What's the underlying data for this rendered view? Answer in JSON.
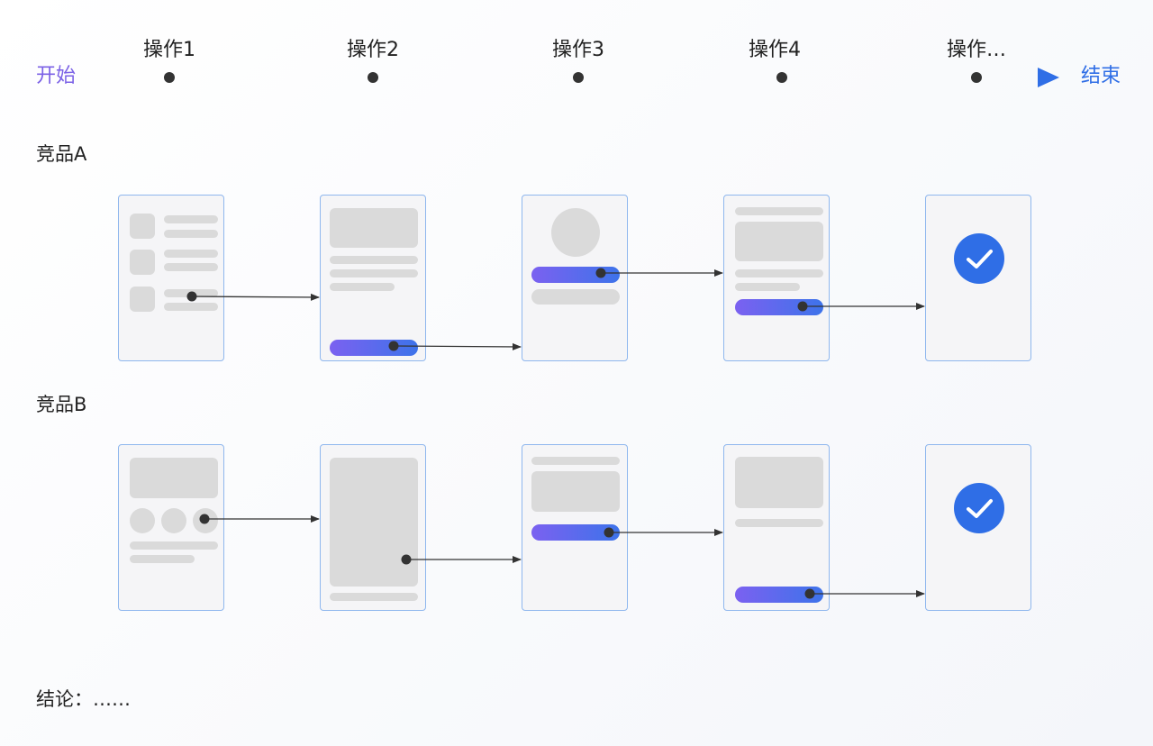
{
  "timeline": {
    "start_label": "开始",
    "end_label": "结束",
    "steps": [
      "操作1",
      "操作2",
      "操作3",
      "操作4",
      "操作…"
    ]
  },
  "rows": [
    {
      "title": "竞品A"
    },
    {
      "title": "竞品B"
    }
  ],
  "conclusion": "结论：……",
  "colors": {
    "accent_purple": "#7b61f0",
    "accent_blue": "#2f6ee6",
    "placeholder_gray": "#dadada",
    "screen_border": "#8fb7ee"
  },
  "icons": {
    "complete": "check-circle-icon"
  }
}
